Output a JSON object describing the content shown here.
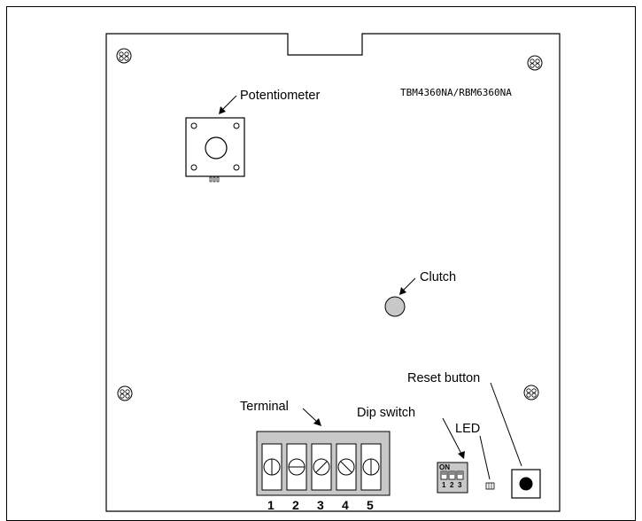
{
  "diagram": {
    "model_label": "TBM4360NA/RBM6360NA",
    "labels": {
      "potentiometer": "Potentiometer",
      "clutch": "Clutch",
      "reset_button": "Reset button",
      "terminal": "Terminal",
      "dip_switch": "Dip switch",
      "led": "LED"
    },
    "terminal_numbers": [
      "1",
      "2",
      "3",
      "4",
      "5"
    ],
    "dip_switch": {
      "on_label": "ON",
      "positions": [
        "1",
        "2",
        "3"
      ]
    }
  }
}
